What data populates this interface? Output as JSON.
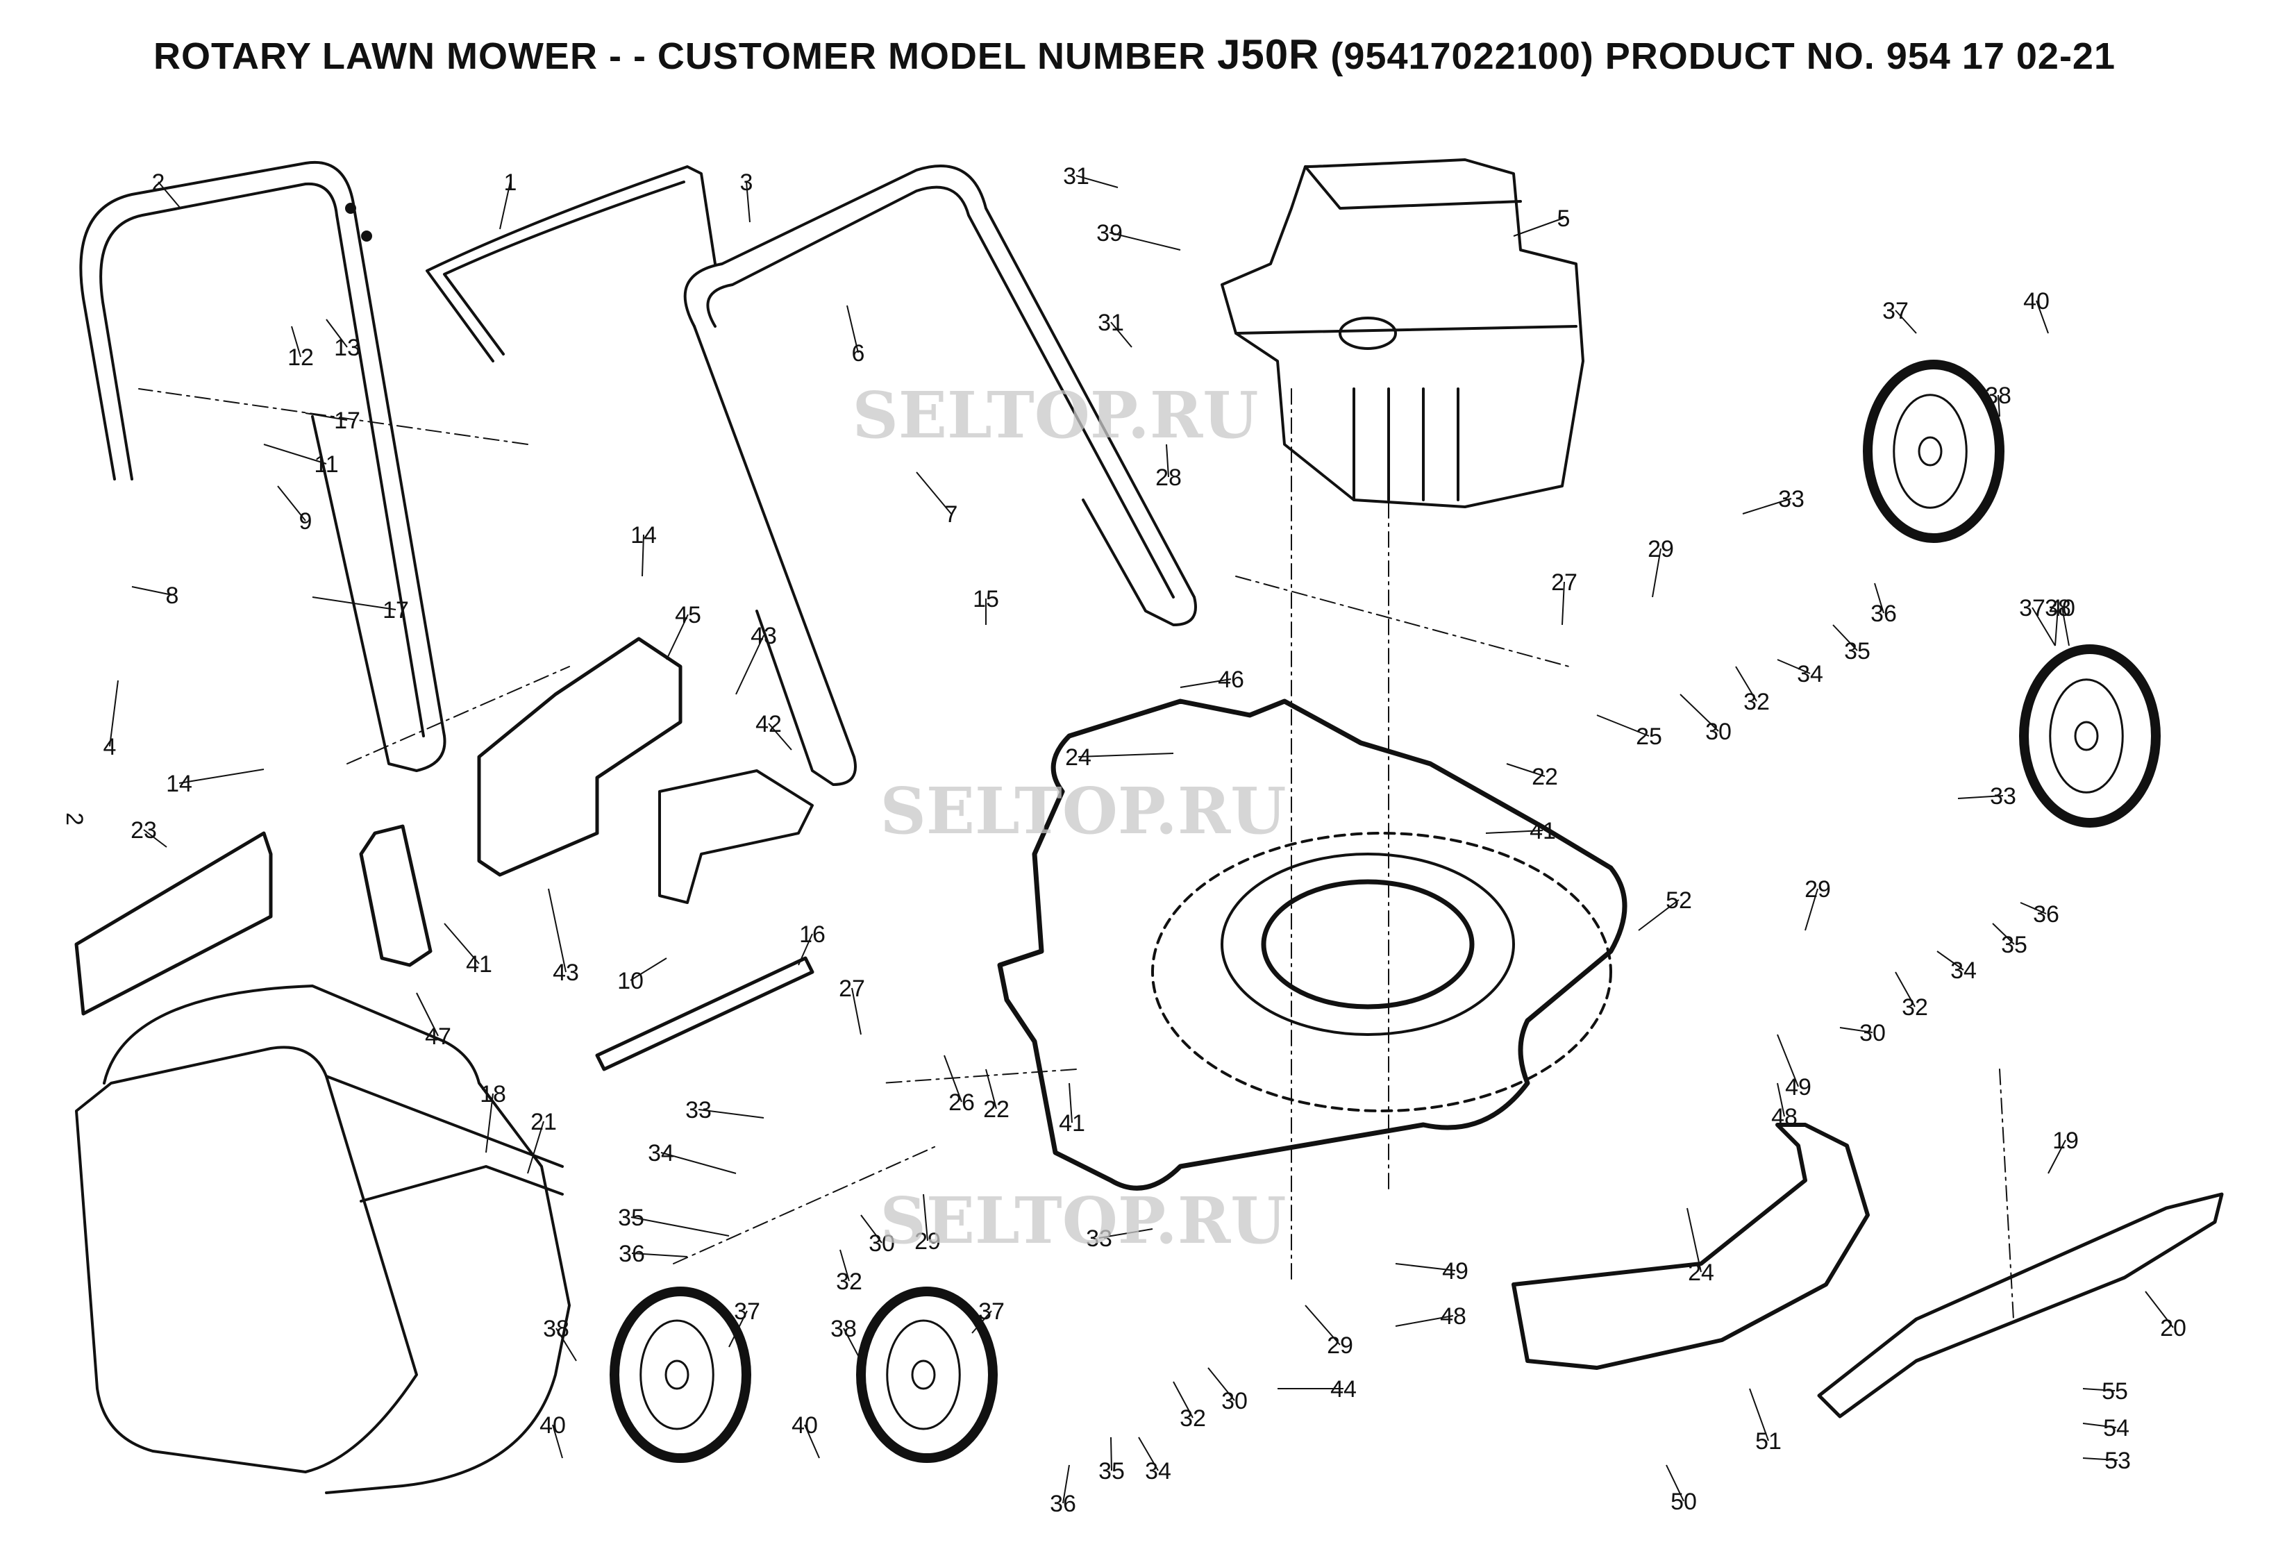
{
  "header": {
    "title_prefix": "ROTARY LAWN MOWER - - CUSTOMER MODEL NUMBER ",
    "model": "J50R",
    "title_suffix": " (95417022100) PRODUCT NO. 954 17 02-21"
  },
  "watermarks": [
    "SELTOP.RU",
    "SELTOP.RU",
    "SELTOP.RU"
  ],
  "side_mark": "2",
  "callouts": [
    "1",
    "2",
    "3",
    "4",
    "5",
    "6",
    "7",
    "8",
    "9",
    "10",
    "11",
    "12",
    "13",
    "14",
    "14",
    "15",
    "16",
    "17",
    "17",
    "18",
    "19",
    "20",
    "21",
    "22",
    "22",
    "23",
    "24",
    "24",
    "25",
    "26",
    "27",
    "27",
    "28",
    "29",
    "29",
    "29",
    "29",
    "30",
    "30",
    "30",
    "30",
    "31",
    "31",
    "32",
    "32",
    "32",
    "32",
    "33",
    "33",
    "33",
    "33",
    "34",
    "34",
    "34",
    "34",
    "35",
    "35",
    "35",
    "35",
    "36",
    "36",
    "36",
    "36",
    "37",
    "37",
    "37",
    "37",
    "38",
    "38",
    "38",
    "38",
    "39",
    "40",
    "40",
    "40",
    "40",
    "41",
    "41",
    "41",
    "42",
    "43",
    "43",
    "44",
    "45",
    "46",
    "47",
    "48",
    "48",
    "49",
    "49",
    "50",
    "51",
    "52",
    "53",
    "54",
    "55"
  ],
  "colors": {
    "line": "#111111",
    "background": "#ffffff",
    "watermark": "#c9c9c9"
  }
}
